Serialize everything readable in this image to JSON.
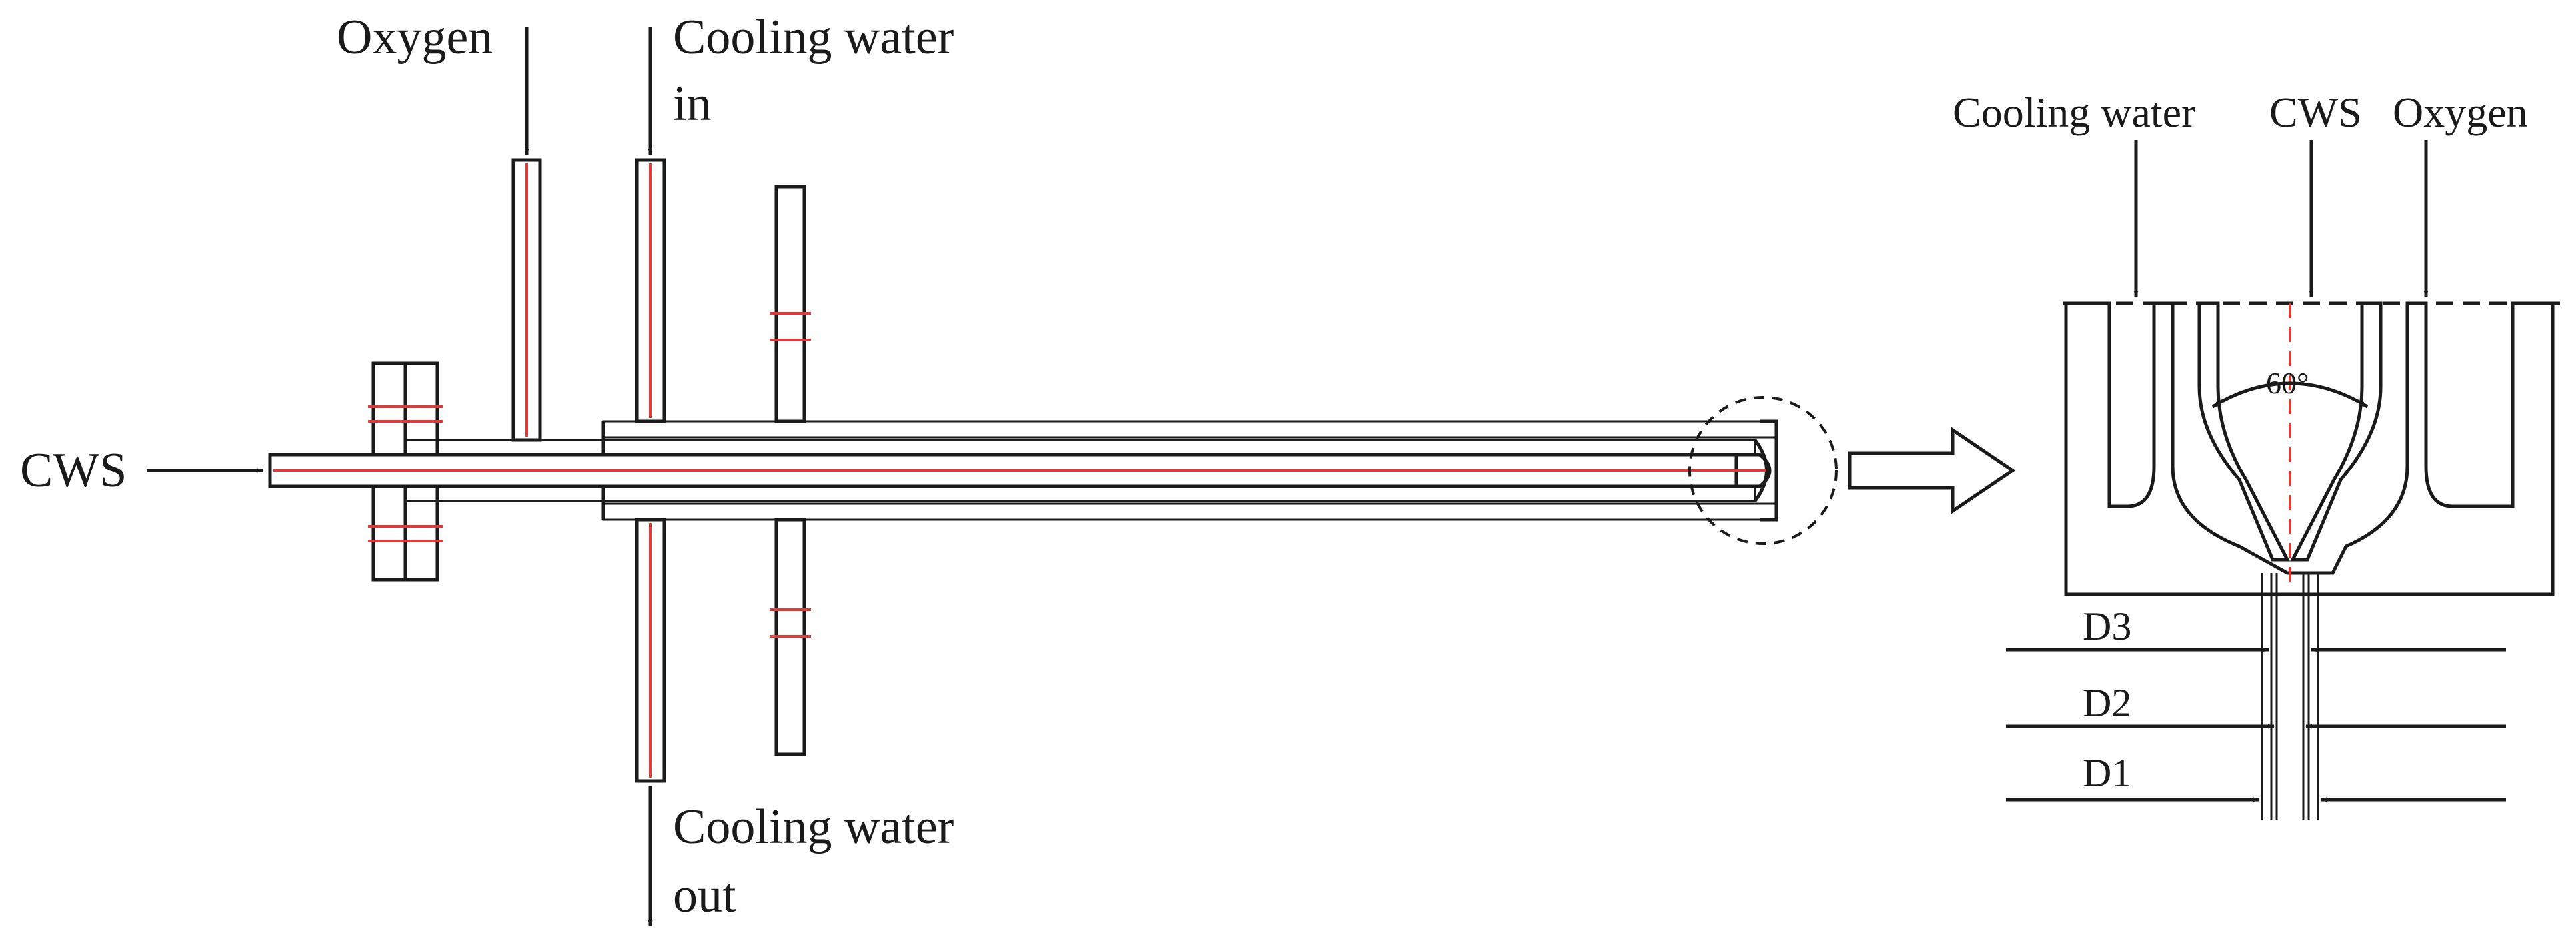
{
  "main_view": {
    "label_cws": "CWS",
    "label_oxygen": "Oxygen",
    "label_cooling_in_line1": "Cooling water",
    "label_cooling_in_line2": "in",
    "label_cooling_out_line1": "Cooling water",
    "label_cooling_out_line2": "out"
  },
  "detail_view": {
    "label_cooling_water": "Cooling water",
    "label_cws": "CWS",
    "label_oxygen": "Oxygen",
    "angle_label": "60°",
    "dim_d3": "D3",
    "dim_d2": "D2",
    "dim_d1": "D1"
  },
  "colors": {
    "line": "#1a1a1a",
    "centerline_red": "#e03b3b"
  }
}
